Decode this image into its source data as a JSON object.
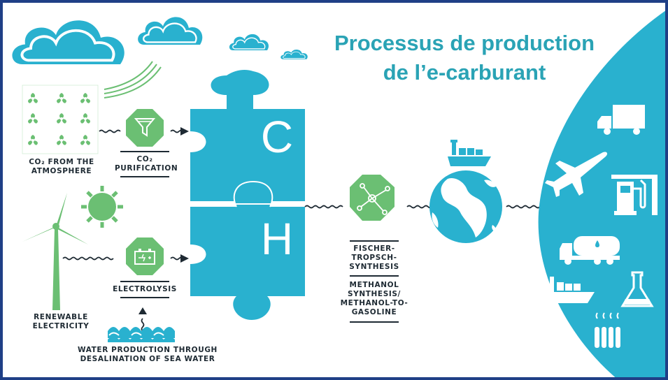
{
  "title_line1": "Processus de production",
  "title_line2": "de l’e-carburant",
  "co2_source_label_line1": "CO₂ FROM THE",
  "co2_source_label_line2": "ATMOSPHERE",
  "co2_purification_line1": "CO₂",
  "co2_purification_line2": "PURIFICATION",
  "electrolysis_label": "ELECTROLYSIS",
  "renewable_line1": "RENEWABLE",
  "renewable_line2": "ELECTRICITY",
  "water_line1": "WATER PRODUCTION THROUGH",
  "water_line2": "DESALINATION OF SEA WATER",
  "puzzle_top_letter": "C",
  "puzzle_bottom_letter": "H",
  "synthesis_a": [
    "FISCHER-",
    "TROPSCH-",
    "SYNTHESIS"
  ],
  "synthesis_b": [
    "METHANOL",
    "SYNTHESIS/",
    "METHANOL-TO-",
    "GASOLINE"
  ],
  "icons": [
    "cloud-icon",
    "wind-lines-icon",
    "leaf-cluster-icon",
    "filter-funnel-icon",
    "sun-icon",
    "wind-turbine-icon",
    "battery-icon",
    "waves-icon",
    "arrow-up-icon",
    "molecule-network-icon",
    "globe-icon",
    "cargo-ship-icon",
    "truck-icon",
    "airplane-icon",
    "fuel-pump-icon",
    "tanker-truck-icon",
    "flask-icon",
    "radiator-icon"
  ],
  "colors": {
    "teal": "#29b1cf",
    "green": "#6bbf73",
    "title": "#2aa3b5",
    "text": "#1e2a33",
    "border": "#1f3f86"
  }
}
